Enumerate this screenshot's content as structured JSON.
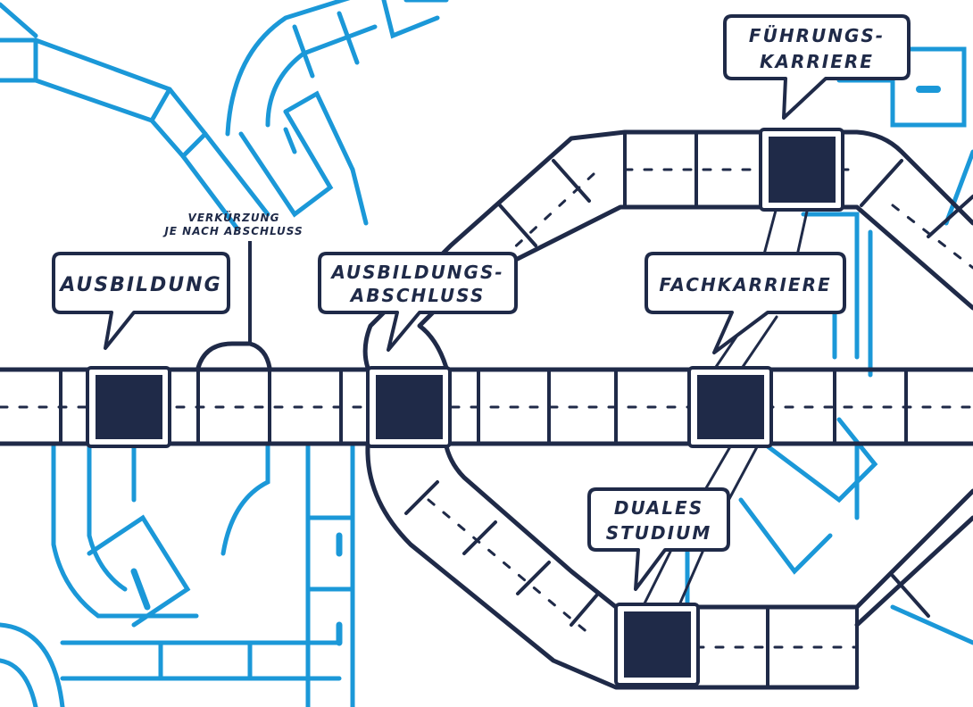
{
  "colors": {
    "ink": "#1f2a48",
    "blue": "#1b98d8",
    "paper": "#ffffff"
  },
  "labels": {
    "ausbildung": "AUSBILDUNG",
    "verkuerzung_line1": "VERKÜRZUNG",
    "verkuerzung_line2": "JE NACH ABSCHLUSS",
    "abschluss_line1": "AUSBILDUNGS-",
    "abschluss_line2": "ABSCHLUSS",
    "fuehrung_line1": "FÜHRUNGS-",
    "fuehrung_line2": "KARRIERE",
    "fach": "FACHKARRIERE",
    "dual_line1": "DUALES",
    "dual_line2": "STUDIUM"
  }
}
